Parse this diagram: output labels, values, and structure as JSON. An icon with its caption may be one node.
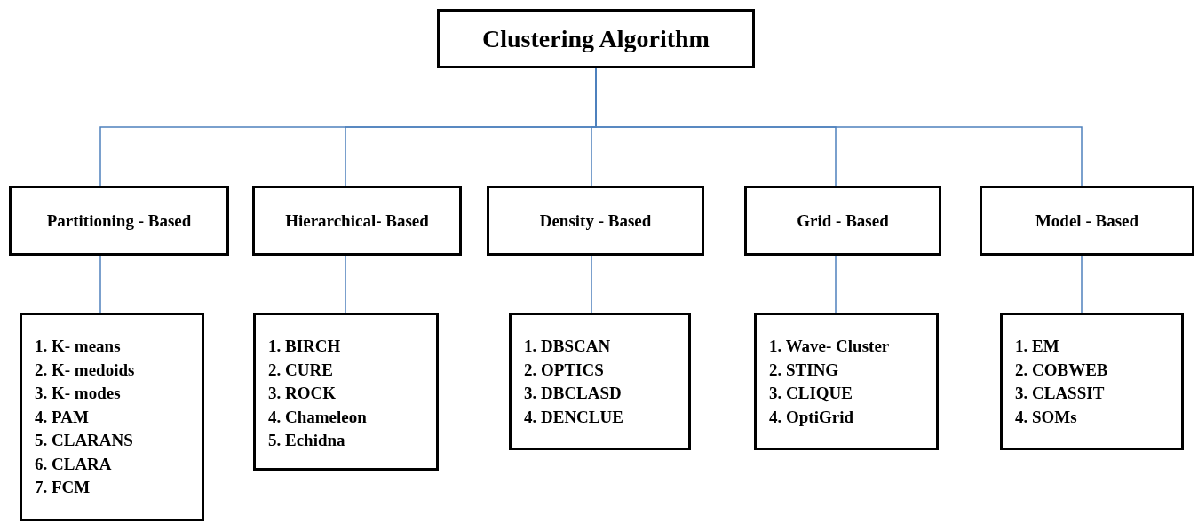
{
  "diagram": {
    "nodes": [
      {
        "text": [
          "Clustering Algorithm"
        ]
      },
      {
        "text": [
          "Partitioning -  Based"
        ]
      },
      {
        "text": [
          "Hierarchical- Based"
        ]
      },
      {
        "text": [
          "Density - Based"
        ]
      },
      {
        "text": [
          "Grid - Based"
        ]
      },
      {
        "text": [
          "Model - Based"
        ]
      },
      {
        "text": [
          "1. K- means",
          "2. K- medoids",
          "3. K- modes",
          "4. PAM",
          "5. CLARANS",
          "6. CLARA",
          "7. FCM"
        ]
      },
      {
        "text": [
          "1. BIRCH",
          "2. CURE",
          "3. ROCK",
          "4. Chameleon",
          "5. Echidna"
        ]
      },
      {
        "text": [
          "1. DBSCAN",
          "2. OPTICS",
          "3. DBCLASD",
          "4. DENCLUE"
        ]
      },
      {
        "text": [
          "1. Wave- Cluster",
          "2. STING",
          "3. CLIQUE",
          "4. OptiGrid"
        ]
      },
      {
        "text": [
          "1. EM",
          "2. COBWEB",
          "3. CLASSIT",
          "4. SOMs"
        ]
      }
    ],
    "edges": [
      {
        "from": 0,
        "to": 1,
        "arrow": "none"
      },
      {
        "from": 0,
        "to": 2,
        "arrow": "none"
      },
      {
        "from": 0,
        "to": 3,
        "arrow": "none"
      },
      {
        "from": 0,
        "to": 4,
        "arrow": "none"
      },
      {
        "from": 0,
        "to": 5,
        "arrow": "none"
      },
      {
        "from": 1,
        "to": 6,
        "arrow": "none"
      },
      {
        "from": 2,
        "to": 7,
        "arrow": "none"
      },
      {
        "from": 3,
        "to": 8,
        "arrow": "none"
      },
      {
        "from": 4,
        "to": 9,
        "arrow": "none"
      },
      {
        "from": 5,
        "to": 10,
        "arrow": "none"
      }
    ]
  }
}
